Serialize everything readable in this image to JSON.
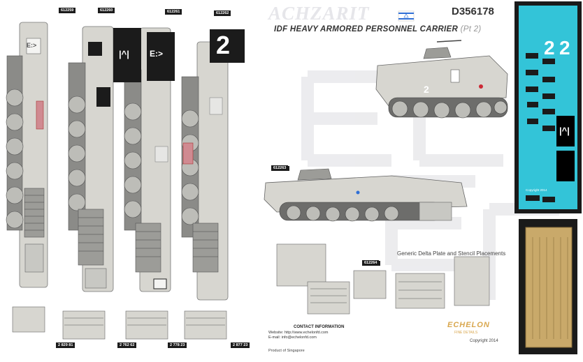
{
  "sheet": {
    "brand": "ACHZARIT",
    "title": "IDF HEAVY ARMORED PERSONNEL CARRIER",
    "title_suffix": "(Pt 2)",
    "catalog_number": "D356178",
    "delta_title": "Generic Delta Plate and Stencil Placements",
    "copyright": "Copyright 2014",
    "decal_copyright": "Copyright 2014",
    "made_in": "Product of Singapore",
    "contact": {
      "heading": "CONTACT INFORMATION",
      "website": "Website: http://www.echelonfd.com",
      "email": "E-mail: info@echelonfd.com"
    },
    "logo": {
      "name": "ECHELON",
      "sub": "FINE DETAILS"
    }
  },
  "markings": {
    "big_numbers": [
      "2",
      "2"
    ],
    "plate_symbols": [
      "|^|",
      "|^|"
    ],
    "delta_marks": [
      "E:>",
      "E:>"
    ],
    "codes": [
      "612259",
      "612260",
      "612261",
      "612262",
      "612263",
      "612264",
      "2 829 81",
      "2 762 62",
      "2 778 23",
      "2 877 23"
    ]
  },
  "colors": {
    "vehicle_body": "#d7d6d0",
    "vehicle_shade": "#a9a9a4",
    "vehicle_dark": "#6d6d6b",
    "decal_blue": "#33c4d8",
    "decal_frame": "#1a1a1a",
    "tag_black": "#1b1b1b",
    "red_accent": "#cc2a36",
    "israel_flag_blue": "#2f6fd6",
    "logo_gold": "#d9a74e"
  },
  "icons": {
    "flag": "israel-flag-icon"
  }
}
